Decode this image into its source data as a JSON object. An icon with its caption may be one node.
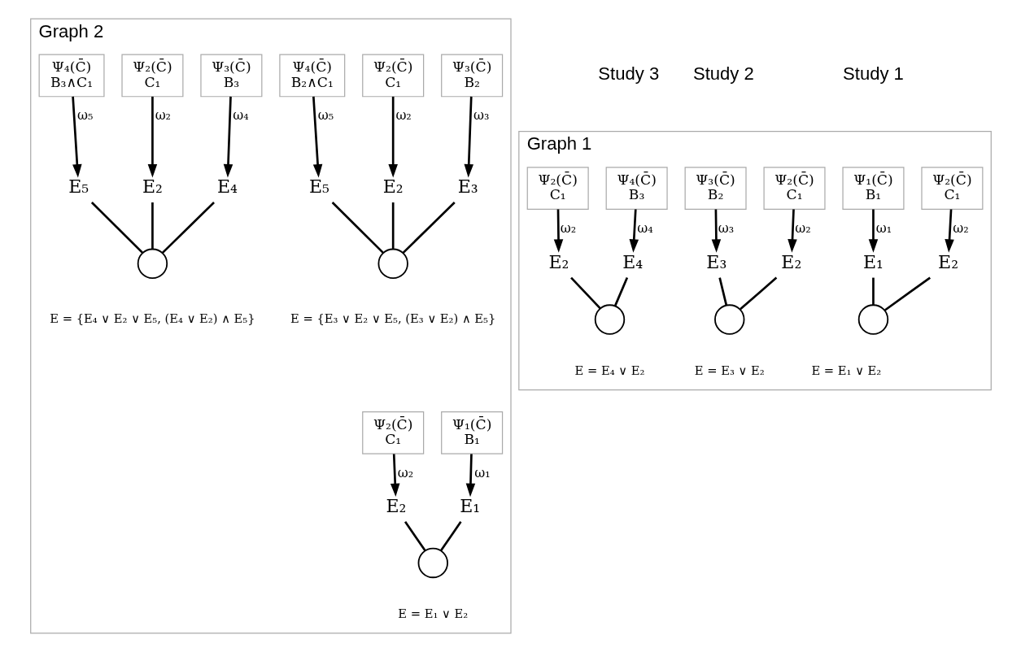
{
  "diagram": {
    "nodes": [
      {
        "text": [
          "Graph 1"
        ]
      },
      {
        "text": [
          "Ψ₁(C̄)",
          "B₁"
        ],
        "in": 0
      },
      {
        "text": [
          "Ψ₂(C̄)",
          "C₁"
        ],
        "in": 0
      },
      {
        "text": [
          "E₁"
        ],
        "in": 0
      },
      {
        "text": [
          "E₂"
        ],
        "in": 0
      },
      {
        "text": [],
        "shape": "circle",
        "in": 0,
        "beside": [
          "E = E₁ ∨ E₂"
        ]
      },
      {
        "text": [
          "Ψ₃(C̄)",
          "B₂"
        ],
        "in": 0
      },
      {
        "text": [
          "Ψ₂(C̄)",
          "C₁"
        ],
        "in": 0
      },
      {
        "text": [
          "E₃"
        ],
        "in": 0
      },
      {
        "text": [
          "E₂"
        ],
        "in": 0
      },
      {
        "text": [],
        "shape": "circle",
        "in": 0,
        "beside": [
          "E = E₃ ∨ E₂"
        ]
      },
      {
        "text": [
          "Ψ₄(C̄)",
          "B₃"
        ],
        "in": 0
      },
      {
        "text": [
          "Ψ₂(C̄)",
          "C₁"
        ],
        "in": 0
      },
      {
        "text": [
          "E₄"
        ],
        "in": 0
      },
      {
        "text": [
          "E₂"
        ],
        "in": 0
      },
      {
        "text": [],
        "shape": "circle",
        "in": 0,
        "beside": [
          "E = E₄ ∨ E₂"
        ]
      },
      {
        "text": [
          "Graph 2"
        ]
      },
      {
        "text": [
          "Ψ₁(C̄)",
          "B₁"
        ],
        "in": 16
      },
      {
        "text": [
          "Ψ₂(C̄)",
          "C₁"
        ],
        "in": 16
      },
      {
        "text": [
          "E₁"
        ],
        "in": 16
      },
      {
        "text": [
          "E₂"
        ],
        "in": 16
      },
      {
        "text": [],
        "shape": "circle",
        "in": 16,
        "beside": [
          "E = E₁ ∨ E₂"
        ]
      },
      {
        "text": [
          "Ψ₃(C̄)",
          "B₂"
        ],
        "in": 16
      },
      {
        "text": [
          "Ψ₂(C̄)",
          "C₁"
        ],
        "in": 16
      },
      {
        "text": [
          "Ψ₄(C̄)",
          "B₂∧C₁"
        ],
        "in": 16
      },
      {
        "text": [
          "E₃"
        ],
        "in": 16
      },
      {
        "text": [
          "E₂"
        ],
        "in": 16
      },
      {
        "text": [
          "E₅"
        ],
        "in": 16
      },
      {
        "text": [],
        "shape": "circle",
        "in": 16,
        "beside": [
          "E = {E₃ ∨ E₂ ∨ E₅, (E₃ ∨ E₂) ∧ E₅}"
        ]
      },
      {
        "text": [
          "Ψ₃(C̄)",
          "B₃"
        ],
        "in": 16
      },
      {
        "text": [
          "Ψ₂(C̄)",
          "C₁"
        ],
        "in": 16
      },
      {
        "text": [
          "Ψ₄(C̄)",
          "B₃∧C₁"
        ],
        "in": 16
      },
      {
        "text": [
          "E₄"
        ],
        "in": 16
      },
      {
        "text": [
          "E₂"
        ],
        "in": 16
      },
      {
        "text": [
          "E₅"
        ],
        "in": 16
      },
      {
        "text": [],
        "shape": "circle",
        "in": 16,
        "beside": [
          "E = {E₄ ∨ E₂ ∨ E₅, (E₄ ∨ E₂) ∧ E₅}"
        ]
      }
    ],
    "edges": [
      {
        "from": 1,
        "to": 3,
        "arrow": "to",
        "label": "ω₁"
      },
      {
        "from": 2,
        "to": 4,
        "arrow": "to",
        "label": "ω₂"
      },
      {
        "from": 3,
        "to": 5,
        "arrow": "none"
      },
      {
        "from": 4,
        "to": 5,
        "arrow": "none"
      },
      {
        "from": 6,
        "to": 8,
        "arrow": "to",
        "label": "ω₃"
      },
      {
        "from": 7,
        "to": 9,
        "arrow": "to",
        "label": "ω₂"
      },
      {
        "from": 8,
        "to": 10,
        "arrow": "none"
      },
      {
        "from": 9,
        "to": 10,
        "arrow": "none"
      },
      {
        "from": 11,
        "to": 13,
        "arrow": "to",
        "label": "ω₄"
      },
      {
        "from": 12,
        "to": 14,
        "arrow": "to",
        "label": "ω₂"
      },
      {
        "from": 13,
        "to": 15,
        "arrow": "none"
      },
      {
        "from": 14,
        "to": 15,
        "arrow": "none"
      },
      {
        "from": 17,
        "to": 19,
        "arrow": "to",
        "label": "ω₁"
      },
      {
        "from": 18,
        "to": 20,
        "arrow": "to",
        "label": "ω₂"
      },
      {
        "from": 19,
        "to": 21,
        "arrow": "none"
      },
      {
        "from": 20,
        "to": 21,
        "arrow": "none"
      },
      {
        "from": 22,
        "to": 25,
        "arrow": "to",
        "label": "ω₃"
      },
      {
        "from": 23,
        "to": 26,
        "arrow": "to",
        "label": "ω₂"
      },
      {
        "from": 24,
        "to": 27,
        "arrow": "to",
        "label": "ω₅"
      },
      {
        "from": 25,
        "to": 28,
        "arrow": "none"
      },
      {
        "from": 26,
        "to": 28,
        "arrow": "none"
      },
      {
        "from": 27,
        "to": 28,
        "arrow": "none"
      },
      {
        "from": 29,
        "to": 32,
        "arrow": "to",
        "label": "ω₄"
      },
      {
        "from": 30,
        "to": 33,
        "arrow": "to",
        "label": "ω₂"
      },
      {
        "from": 31,
        "to": 34,
        "arrow": "to",
        "label": "ω₅"
      },
      {
        "from": 32,
        "to": 35,
        "arrow": "none"
      },
      {
        "from": 33,
        "to": 35,
        "arrow": "none"
      },
      {
        "from": 34,
        "to": 35,
        "arrow": "none"
      }
    ],
    "labels": [
      "Study 1",
      "Study 2",
      "Study 3"
    ]
  }
}
